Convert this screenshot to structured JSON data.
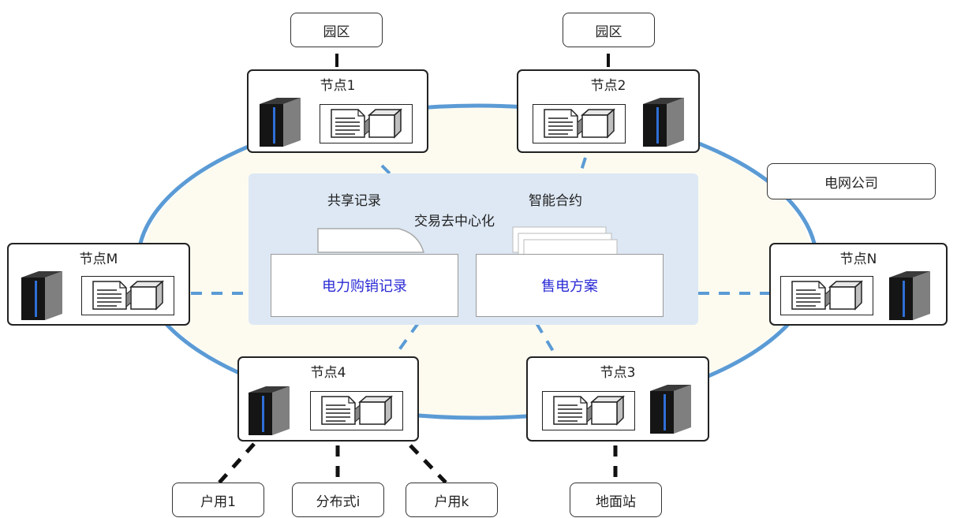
{
  "regions": {
    "top_left": "园区",
    "top_right": "园区",
    "grid_company": "电网公司"
  },
  "nodes": {
    "n1": "节点1",
    "n2": "节点2",
    "nm": "节点M",
    "nn": "节点N",
    "n4": "节点4",
    "n3": "节点3"
  },
  "center": {
    "shared_records": "共享记录",
    "smart_contract": "智能合约",
    "decentralized": "交易去中心化",
    "card_records": "电力购销记录",
    "card_plan": "售电方案"
  },
  "bottom": {
    "user1": "户用1",
    "distributed": "分布式i",
    "userk": "户用k",
    "ground_station": "地面站"
  },
  "colors": {
    "ring": "#5b9bd5",
    "panel": "#dde8f4",
    "card_text": "#2a2ad6"
  }
}
